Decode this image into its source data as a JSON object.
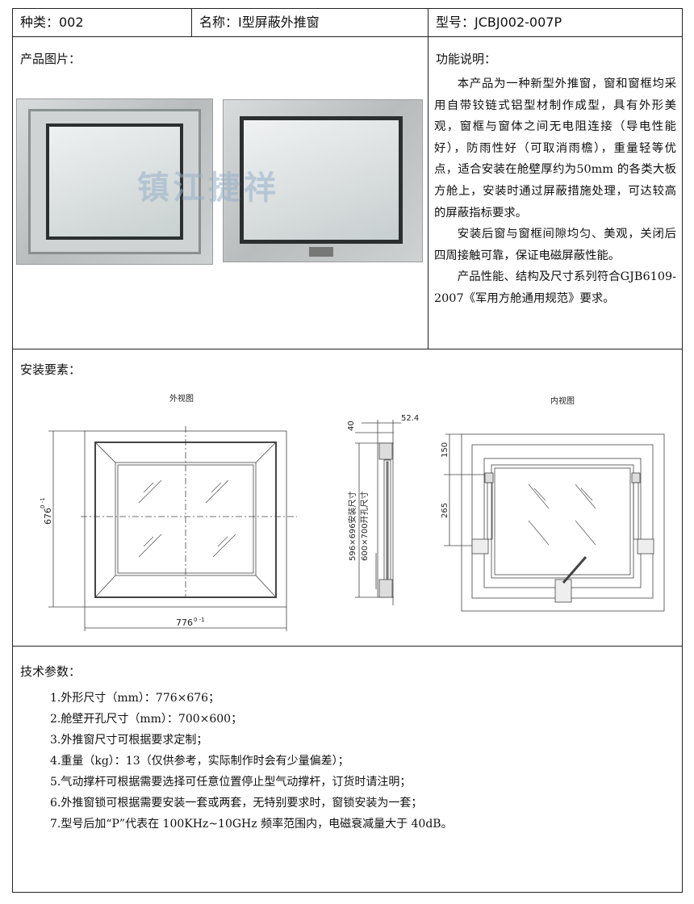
{
  "header": {
    "category": "种类：002",
    "name": "名称：Ⅰ型屏蔽外推窗",
    "model": "型号：JCBJ002-007P"
  },
  "photo_section": {
    "label": "产品图片：",
    "watermark": "镇江捷祥"
  },
  "function": {
    "label": "功能说明：",
    "paragraphs": [
      "本产品为一种新型外推窗，窗和窗框均采用自带铰链式铝型材制作成型，具有外形美观，窗框与窗体之间无电阻连接（导电性能好），防雨性好（可取消雨檐），重量轻等优点，适合安装在舱壁厚约为50mm 的各类大板方舱上，安装时通过屏蔽措施处理，可达较高的屏蔽指标要求。",
      "安装后窗与窗框间隙均匀、美观，关闭后四周接触可靠，保证电磁屏蔽性能。",
      "产品性能、结构及尺寸系列符合GJB6109-2007《军用方舱通用规范》要求。"
    ]
  },
  "install": {
    "label": "安装要素：",
    "outer_view_title": "外视图",
    "inner_view_title": "内视图",
    "dim_height": "676",
    "dim_height_tol": "0 -1",
    "dim_width": "776",
    "dim_width_tol": "0 -1",
    "dim_40": "40",
    "dim_52": "52.4",
    "dim_install": "596×696安装尺寸",
    "dim_hole": "600×700开孔尺寸",
    "dim_150": "150",
    "dim_265": "265"
  },
  "tech": {
    "label": "技术参数：",
    "items": [
      "1.外形尺寸（mm）：776×676；",
      "2.舱壁开孔尺寸（mm）：700×600；",
      "3.外推窗尺寸可根据要求定制；",
      "4.重量（kg）：13（仅供参考，实际制作时会有少量偏差）；",
      "5.气动撑杆可根据需要选择可任意位置停止型气动撑杆，订货时请注明；",
      "6.外推窗锁可根据需要安装一套或两套，无特别要求时，窗锁安装为一套；",
      "7.型号后加“P”代表在 100KHz~10GHz 频率范围内，电磁衰减量大于 40dB。"
    ]
  }
}
